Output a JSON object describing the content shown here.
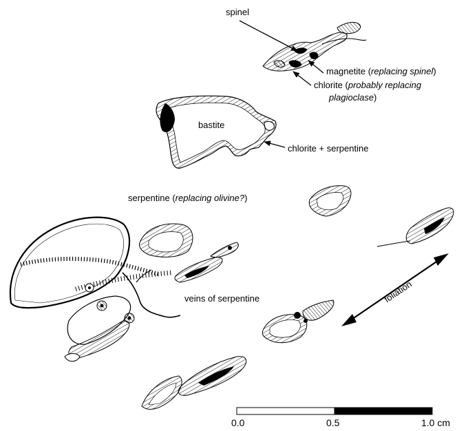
{
  "labels": {
    "spinel": "spinel",
    "magnetite_pre": "magnetite (",
    "magnetite_it": "replacing spinel",
    "magnetite_post": ")",
    "chlorite_pre": "chlorite (",
    "chlorite_it1": "probably replacing",
    "chlorite_it2": "plagioclase",
    "chlorite_post": ")",
    "bastite": "bastite",
    "chlorite_serp": "chlorite + serpentine",
    "serpentine_pre": "serpentine (",
    "serpentine_it": "replacing olivine?",
    "serpentine_post": ")",
    "veins": "veins of serpentine",
    "foliation": "foliation"
  },
  "scale_bar": {
    "tick_0": "0.0",
    "tick_mid": "0.5",
    "tick_end": "1.0 cm"
  }
}
